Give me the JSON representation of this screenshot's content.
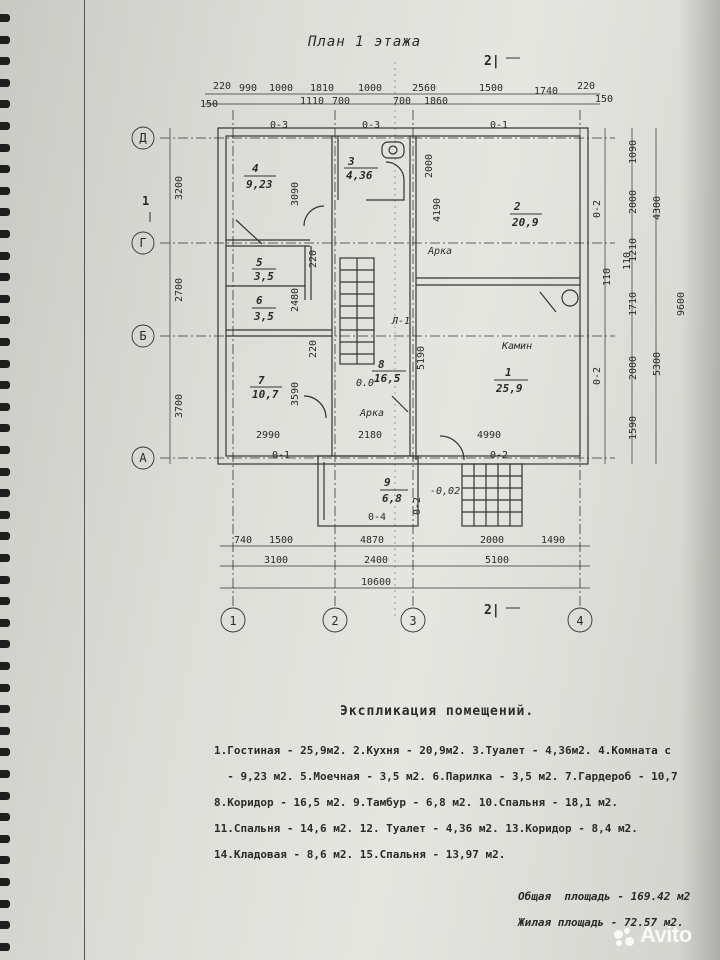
{
  "title": "План 1 этажа",
  "section_marks": [
    "2|",
    "2|",
    "1"
  ],
  "axes": {
    "letters": [
      "Д",
      "Г",
      "Б",
      "А"
    ],
    "numbers": [
      "1",
      "2",
      "3",
      "4"
    ]
  },
  "dims_top_row1": [
    "220",
    "990",
    "1000",
    "1810",
    "1000",
    "2560",
    "1500",
    "1740",
    "220"
  ],
  "dims_top_row2": [
    "150",
    "1110",
    "700",
    "700",
    "1860",
    "150"
  ],
  "dims_left": [
    "3200",
    "2700",
    "3700"
  ],
  "dims_right_inner": [
    "1090",
    "2000",
    "1210",
    "110",
    "1710",
    "2000",
    "1590"
  ],
  "dims_right_outer": [
    "4300",
    "5300",
    "9600"
  ],
  "dims_bottom_row1": [
    "740",
    "1500",
    "4870",
    "2000",
    "1490"
  ],
  "dims_bottom_row2": [
    "3100",
    "2400",
    "5100"
  ],
  "dims_bottom_total": "10600",
  "dims_inner": [
    "2990",
    "2180",
    "4990",
    "3090",
    "2000",
    "4190",
    "5190",
    "3590",
    "2480",
    "220",
    "220",
    "110"
  ],
  "wall_marks": [
    "0-3",
    "0-3",
    "0-1",
    "0-1",
    "0-2",
    "0-4",
    "0-2",
    "0-2",
    "0-2"
  ],
  "rooms": [
    {
      "num": "4",
      "area": "9,23"
    },
    {
      "num": "3",
      "area": "4,36"
    },
    {
      "num": "2",
      "area": "20,9"
    },
    {
      "num": "5",
      "area": "3,5"
    },
    {
      "num": "6",
      "area": "3,5"
    },
    {
      "num": "7",
      "area": "10,7"
    },
    {
      "num": "8",
      "area": "16,5"
    },
    {
      "num": "1",
      "area": "25,9"
    },
    {
      "num": "9",
      "area": "6,8"
    }
  ],
  "labels": {
    "arch1": "Арка",
    "arch2": "Арка",
    "stair": "Л-1",
    "fireplace": "Камин",
    "level1": "0.0",
    "level2": "-0,02"
  },
  "explication": {
    "title": "Экспликация помещений.",
    "lines": [
      "1.Гостиная - 25,9м2. 2.Кухня - 20,9м2. 3.Туалет - 4,36м2. 4.Комната с",
      "  - 9,23 м2. 5.Моечная - 3,5 м2. 6.Парилка - 3,5 м2. 7.Гардероб - 10,7",
      "8.Коридор - 16,5 м2. 9.Тамбур - 6,8 м2. 10.Спальня - 18,1 м2.",
      "11.Спальня - 14,6 м2. 12. Туалет - 4,36 м2. 13.Коридор - 8,4 м2.",
      "14.Кладовая - 8,6 м2. 15.Спальня - 13,97 м2."
    ],
    "total_area": "Общая  площадь - 169.42 м2",
    "living_area": "Жилая площадь - 72.57 м2."
  },
  "watermark": "Avito"
}
